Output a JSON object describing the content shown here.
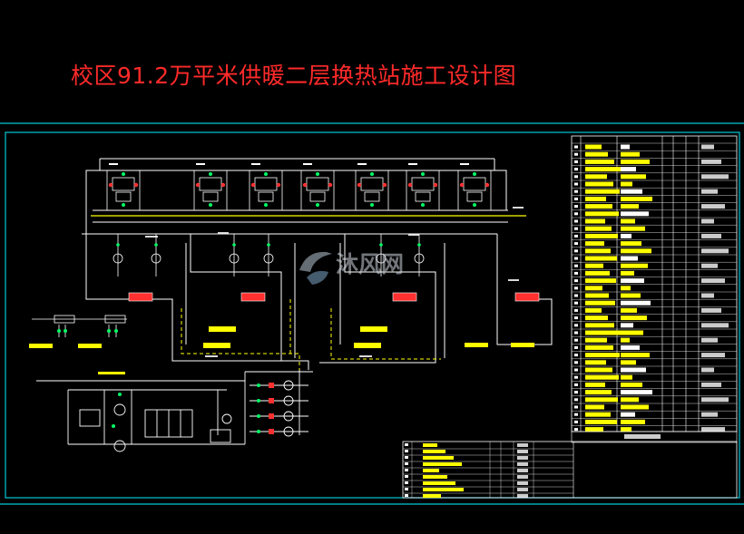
{
  "title": "校区91.2万平米供暖二层换热站施工设计图",
  "watermark": {
    "text": "沐风网"
  },
  "colors": {
    "background": "#000000",
    "title": "#ff2a2a",
    "frame": "#00c8d4",
    "pipe": "#ffffff",
    "accent": "#ffff00",
    "equipment_red": "#ff3030",
    "equipment_green": "#00ff66",
    "table_line": "#ffffff"
  },
  "icons": [
    "cad-drawing",
    "watermark-logo"
  ]
}
